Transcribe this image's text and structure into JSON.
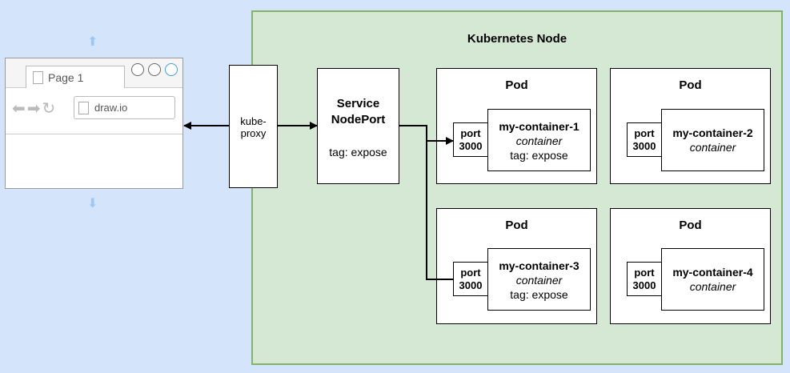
{
  "node": {
    "title": "Kubernetes Node"
  },
  "browser": {
    "tab_label": "Page 1",
    "address": "draw.io"
  },
  "kube_proxy": {
    "line1": "kube-",
    "line2": "proxy"
  },
  "service": {
    "line1": "Service",
    "line2": "NodePort",
    "tag": "tag: expose"
  },
  "pods": [
    {
      "title": "Pod",
      "port_line1": "port",
      "port_line2": "3000",
      "container_name": "my-container-1",
      "container_type": "container",
      "tag": "tag: expose"
    },
    {
      "title": "Pod",
      "port_line1": "port",
      "port_line2": "3000",
      "container_name": "my-container-2",
      "container_type": "container",
      "tag": ""
    },
    {
      "title": "Pod",
      "port_line1": "port",
      "port_line2": "3000",
      "container_name": "my-container-3",
      "container_type": "container",
      "tag": "tag: expose"
    },
    {
      "title": "Pod",
      "port_line1": "port",
      "port_line2": "3000",
      "container_name": "my-container-4",
      "container_type": "container",
      "tag": ""
    }
  ],
  "colors": {
    "background": "#d4e4fa",
    "node_fill": "#d5e8d4",
    "node_border": "#82b366"
  }
}
